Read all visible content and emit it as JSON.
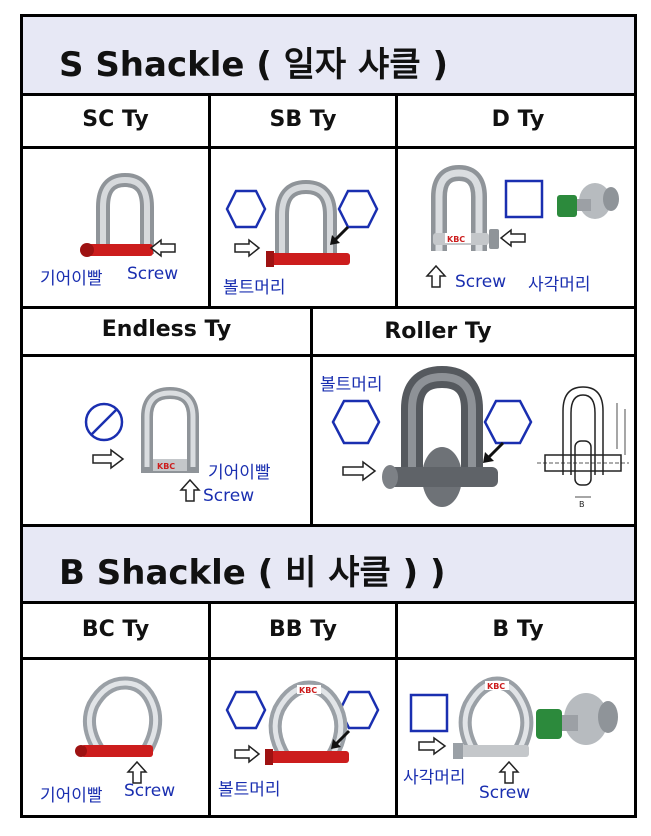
{
  "sections": [
    {
      "title": "S  Shackle ( 일자 샤클 )",
      "rows": [
        [
          "SC Ty",
          "SB Ty",
          "D Ty"
        ],
        [
          "Endless Ty",
          "Roller Ty"
        ]
      ]
    },
    {
      "title": "B Shackle ( 비 샤클 ) )",
      "rows": [
        [
          "BC Ty",
          "BB Ty",
          "B Ty"
        ]
      ]
    }
  ],
  "labels": {
    "pin_gear": "기어이빨",
    "screw": "Screw",
    "bolt_head": "볼트머리",
    "square_head": "사각머리"
  },
  "badge": "KBC",
  "colors": {
    "pin_red": "#cc1d1d",
    "green_head": "#2c8a3c",
    "band": "#e7e8f5",
    "label": "#1a2fb0",
    "shape": "#1a2fb0"
  },
  "icons": [
    "hexagon-icon",
    "square-icon",
    "no-entry-icon",
    "arrow-right-icon",
    "arrow-up-icon",
    "arrow-diag-icon"
  ]
}
